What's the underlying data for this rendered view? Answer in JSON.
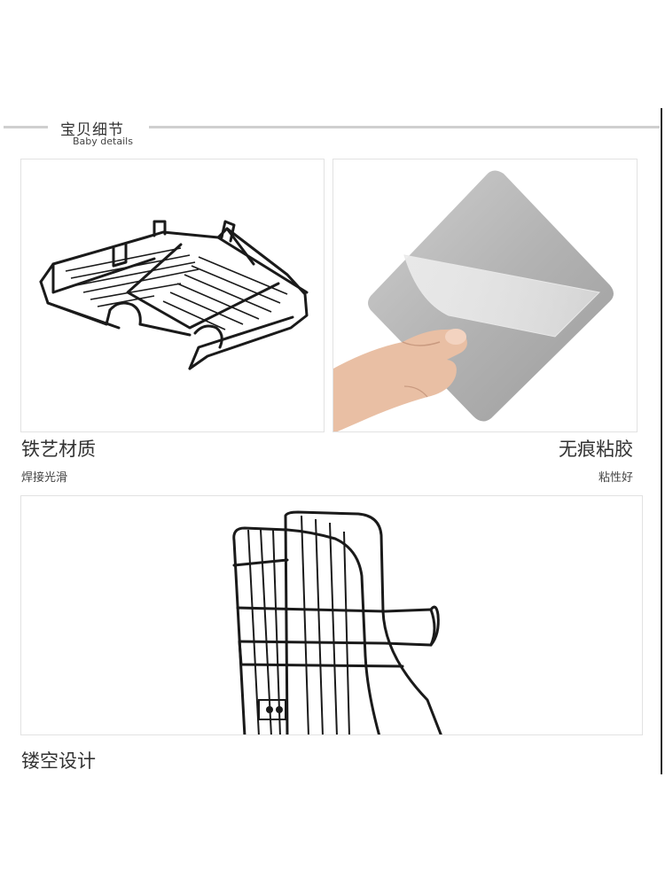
{
  "header": {
    "title": "宝贝细节",
    "subtitle": "Baby details"
  },
  "features": [
    {
      "title": "铁艺材质",
      "subtitle": "焊接光滑"
    },
    {
      "title": "无痕粘胶",
      "subtitle": "粘性好"
    },
    {
      "title": "镂空设计"
    }
  ],
  "colors": {
    "wire": "#1a1a1a",
    "metal_plate": "#b9b9b9",
    "panel_border": "#e2e2e2",
    "text": "#333333"
  }
}
